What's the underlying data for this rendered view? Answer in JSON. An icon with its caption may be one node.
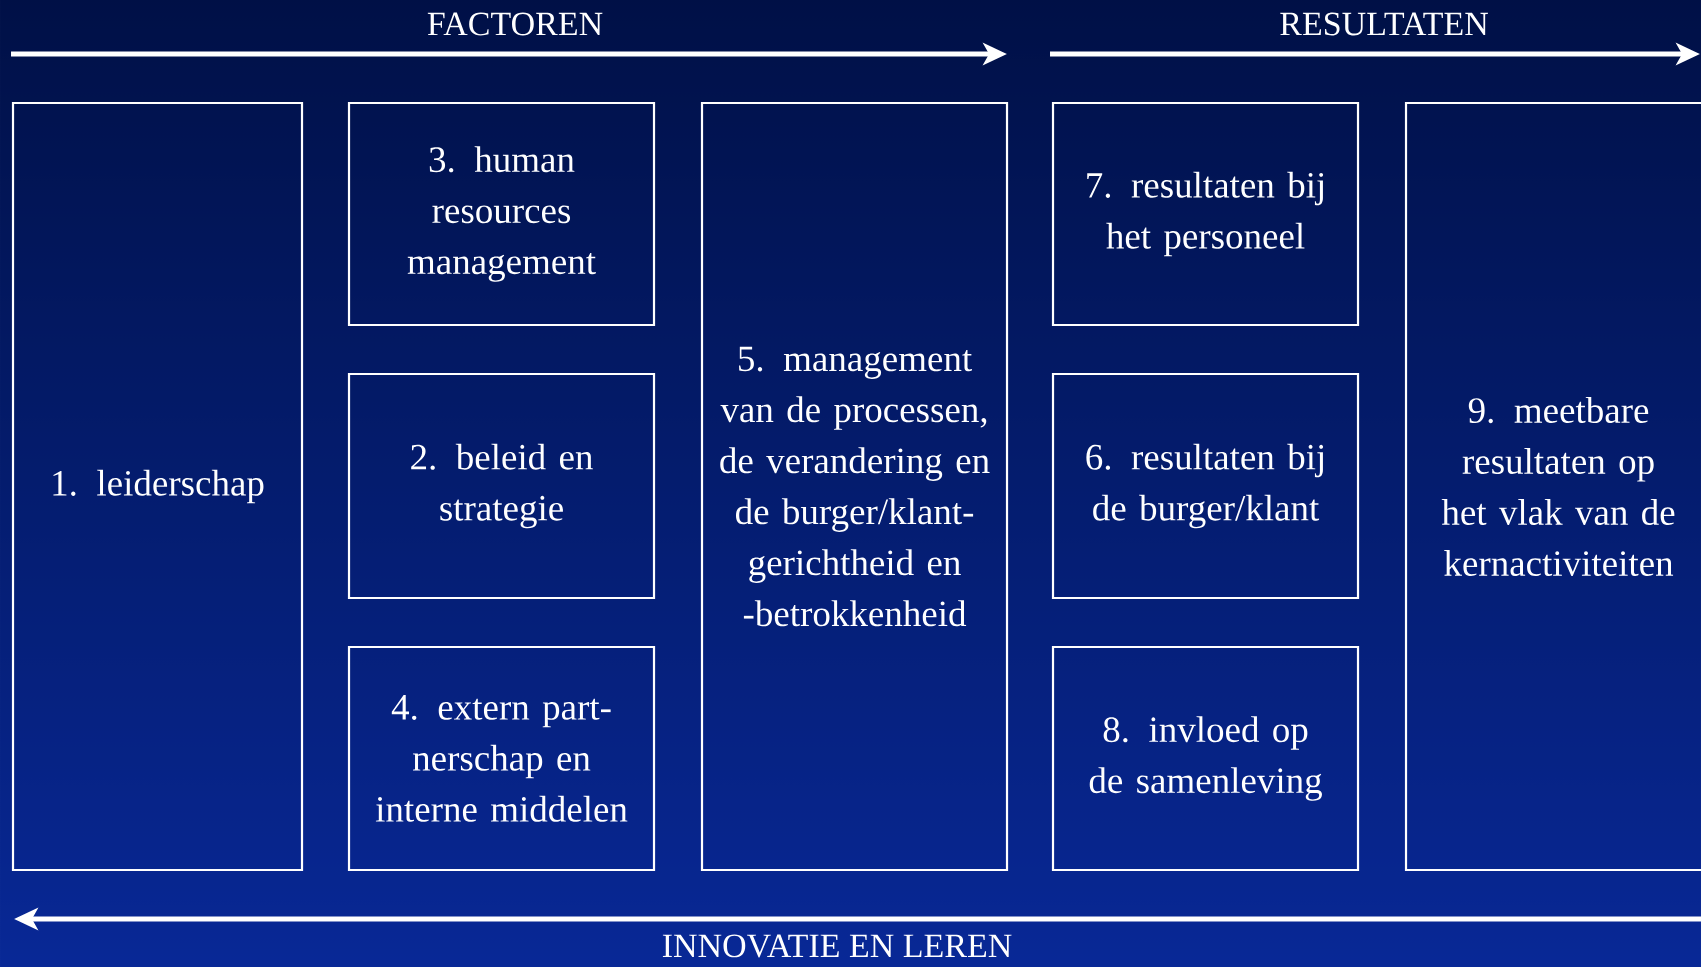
{
  "diagram": {
    "nodes": [
      {
        "text": [
          "1. leiderschap"
        ]
      },
      {
        "text": [
          "3. human resources management"
        ]
      },
      {
        "text": [
          "2. beleid en strategie"
        ]
      },
      {
        "text": [
          "4. extern part-nerschap en interne middelen"
        ]
      },
      {
        "text": [
          "5. management van de processen, de verandering en de burger/klant-gerichtheid en -betrokkenheid"
        ]
      },
      {
        "text": [
          "7. resultaten bij het personeel"
        ]
      },
      {
        "text": [
          "6. resultaten bij de burger/klant"
        ]
      },
      {
        "text": [
          "8. invloed op de samenleving"
        ]
      },
      {
        "text": [
          "9. meetbare resultaten op het vlak van de kernactiviteiten"
        ]
      }
    ],
    "labels": [
      "FACTOREN",
      "RESULTATEN",
      "INNOVATIE EN LEREN"
    ]
  }
}
